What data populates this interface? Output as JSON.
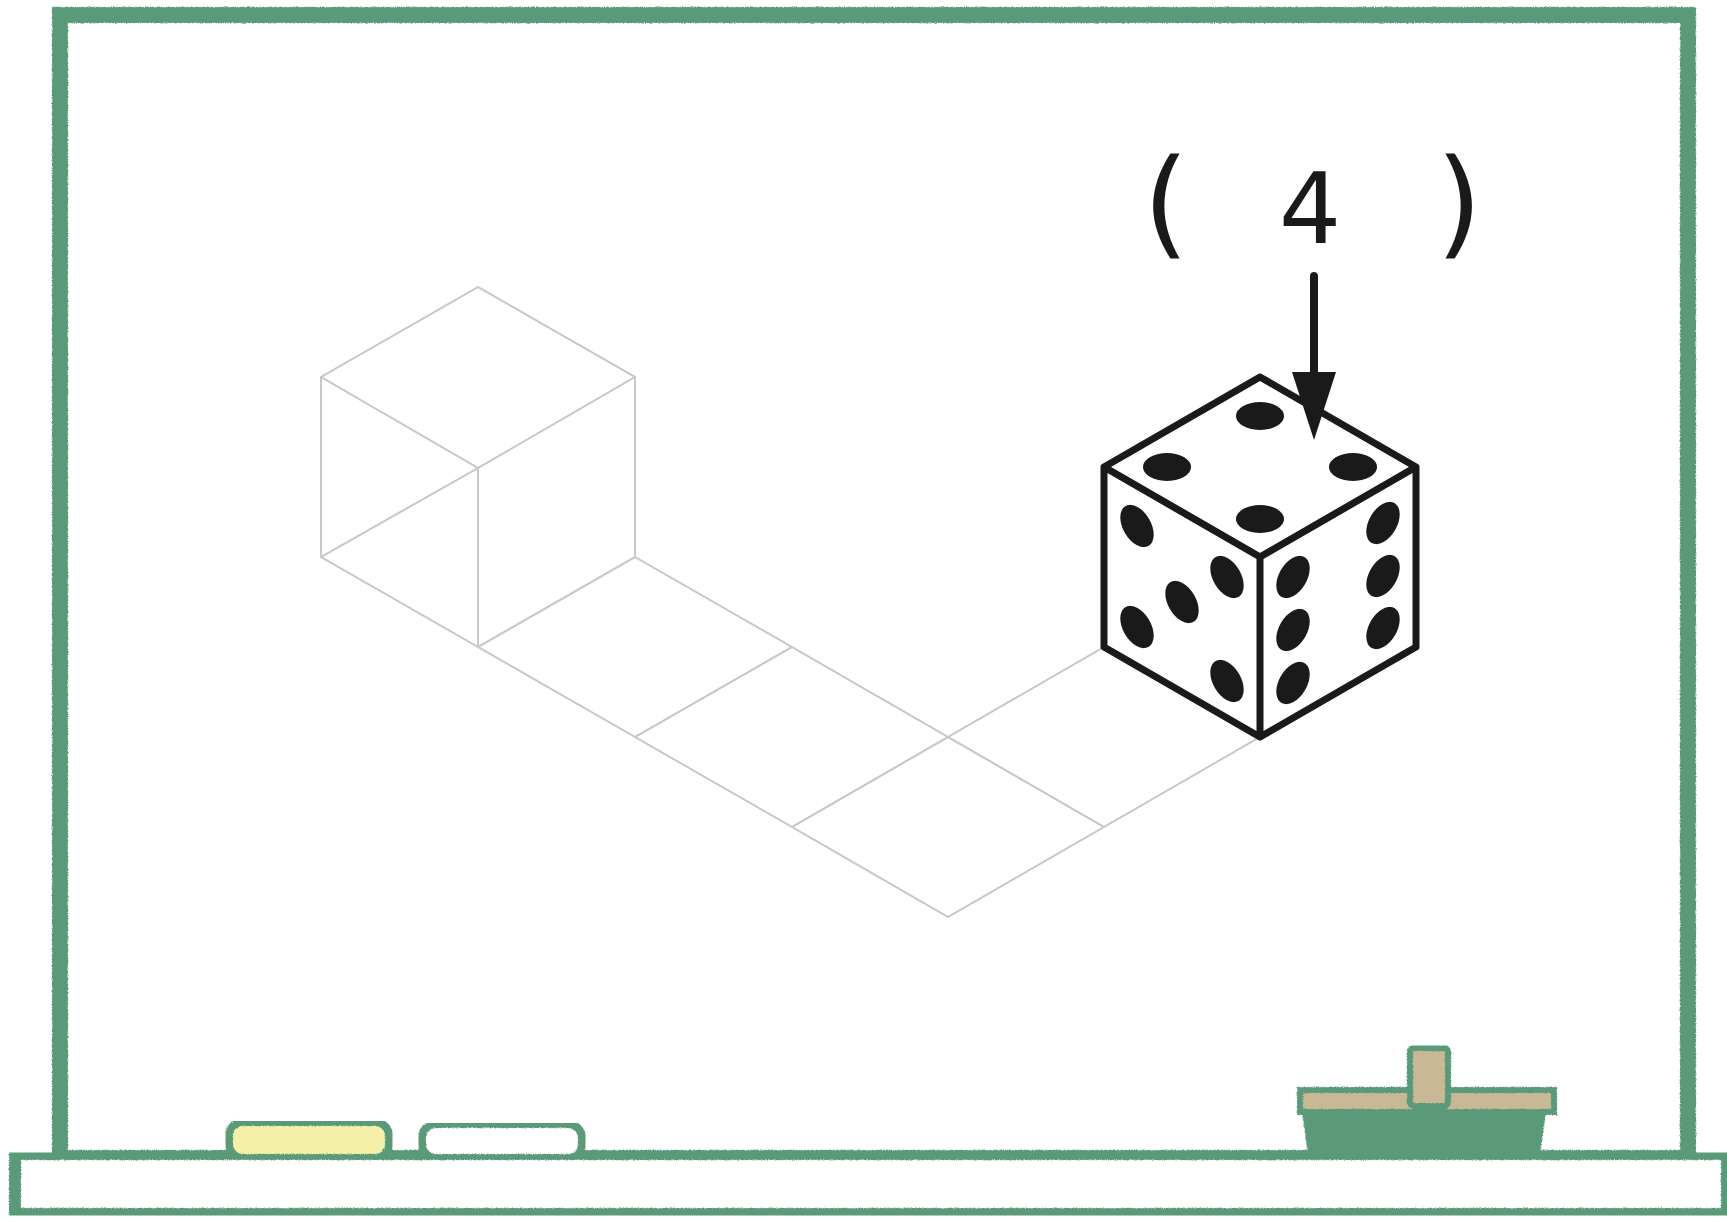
{
  "answer": {
    "open_paren": "(",
    "value": "4",
    "close_paren": ")"
  },
  "die": {
    "top_pips": 4,
    "left_pips": 5,
    "right_pips": 6
  },
  "colors": {
    "board_frame": "#5a9a78",
    "chalk_yellow": "#f4f0a8",
    "eraser_felt": "#c9b896",
    "grid_line": "#c8c8c8",
    "ink": "#1a1a1a"
  },
  "icons": {
    "chalk_yellow": "chalk-yellow-icon",
    "chalk_white": "chalk-white-icon",
    "eraser": "eraser-icon"
  }
}
